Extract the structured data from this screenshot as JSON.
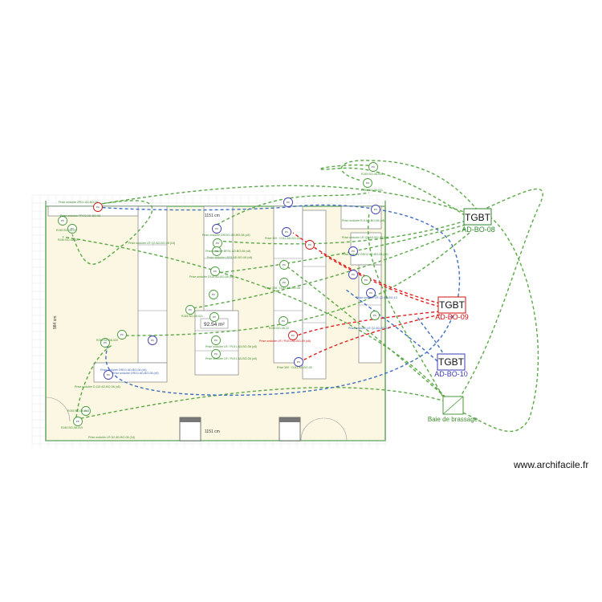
{
  "plan": {
    "width_label": "1151 cm",
    "width_label_bottom": "1151 cm",
    "height_label": "984 cm",
    "area_label": "92.54 m²"
  },
  "panels": [
    {
      "name": "TGBT",
      "code": "AD-BO-08",
      "color": "#2f8a2f"
    },
    {
      "name": "TGBT",
      "code": "AD-BO-09",
      "color": "#d01010"
    },
    {
      "name": "TGBT",
      "code": "AD-BO-10",
      "color": "#3b3bb0"
    }
  ],
  "rack": {
    "label": "Baie de brassage",
    "color": "#4a9a3a"
  },
  "watermark": "www.archifacile.fr",
  "outlet_codes": [
    "PC",
    "PC",
    "PC",
    "PC",
    "PC",
    "PC",
    "PC",
    "PC",
    "PC",
    "PC",
    "PC",
    "PC",
    "PC",
    "PC",
    "PC",
    "PC",
    "PC",
    "PC",
    "PC",
    "PC",
    "PC",
    "PC",
    "PC",
    "PC"
  ],
  "labels": {
    "l1": "Prise ondulée 2PD1 AD-BO-08",
    "l2": "Prise ondulée PRO2 AD-BO-08",
    "l3": "RJ45 BO-08-03",
    "l4": "RJ45 BO-08-027",
    "l5": "Prise ondulée LR Q2 AD-BO-08 (18)",
    "l6": "Prise ondulée DRO01 AD-BO-08 (x8)",
    "l7": "Prise ondulée BP01 AD-BO-08 (x8)",
    "l8": "Prise ondulée LR01 AD-BO-08 (x8)",
    "l9": "Prise ondulée D115 AD-BO-08 (x8)",
    "l10": "Prise 300 · D111 AD-BO-08",
    "l11": "Prise 306 · D111 AD-BO-08",
    "l12": "Prise ondulée R-5 AD-BO-08 (x8)",
    "l13": "Prise ondulée LR Q2 AD-BO-08 (18)",
    "l14": "Prise ondulée DRO2 AD-BO-08 (x8)",
    "l15": "Prise ondulée LR Q2 AD-BO-10",
    "l16": "Prise ondulée LR Q2 AD-BO-10",
    "l17": "Prise ondulée LR / PLE1 AD-BO-09 (x8)",
    "l18": "Prise 300 · D111 AD-BO-09",
    "l19": "Prise ondulée LR / PLE1 AD-BO-08 (x8)",
    "l20": "Prise ondulée LR / PLE1 AD-BO-08 (x8)",
    "l21": "RJ45 BO-08-028",
    "l22": "RJ45 BO-08-031",
    "l23": "RJ45 BO-08-22",
    "l24": "Prise ondulée DRO1 AD-BO-08 (x8)",
    "l25": "Prise ondulée DRO1 AD-BO-08 (x8)",
    "l26": "Prise ondulée D 115 AD-BO-08 (x8)",
    "l27": "RJ45 BO-08-018",
    "l28": "RJ45 BO-08-019",
    "l29": "Prise ondulée LR D2 AD-BO-08 (18)",
    "l30": "RJ45 BO-08-020",
    "l31": "RJ45 BO-08-021"
  }
}
